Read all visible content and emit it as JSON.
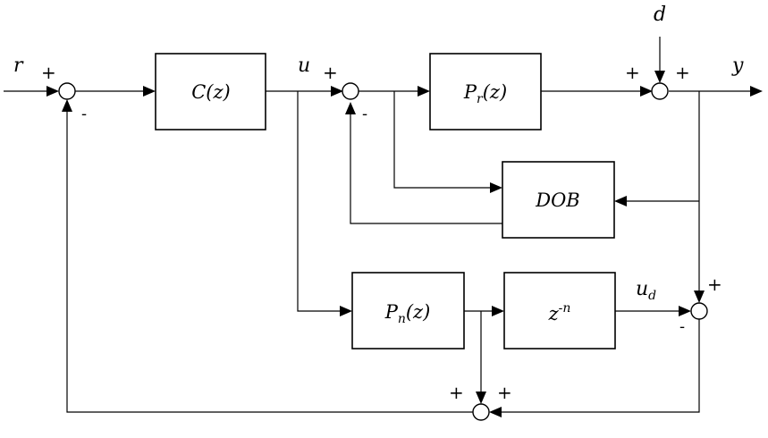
{
  "signals": {
    "r": "r",
    "u": "u",
    "d": "d",
    "y": "y",
    "ud_main": "u",
    "ud_sub": "d"
  },
  "blocks": {
    "controller": "C(z)",
    "plant_main": "P",
    "plant_sub": "r",
    "plant_arg": "(z)",
    "dob": "DOB",
    "nominal_main": "P",
    "nominal_sub": "n",
    "nominal_arg": "(z)",
    "delay_main": "z",
    "delay_sup": "-n"
  },
  "signs": {
    "plus": "+",
    "minus": "-"
  }
}
